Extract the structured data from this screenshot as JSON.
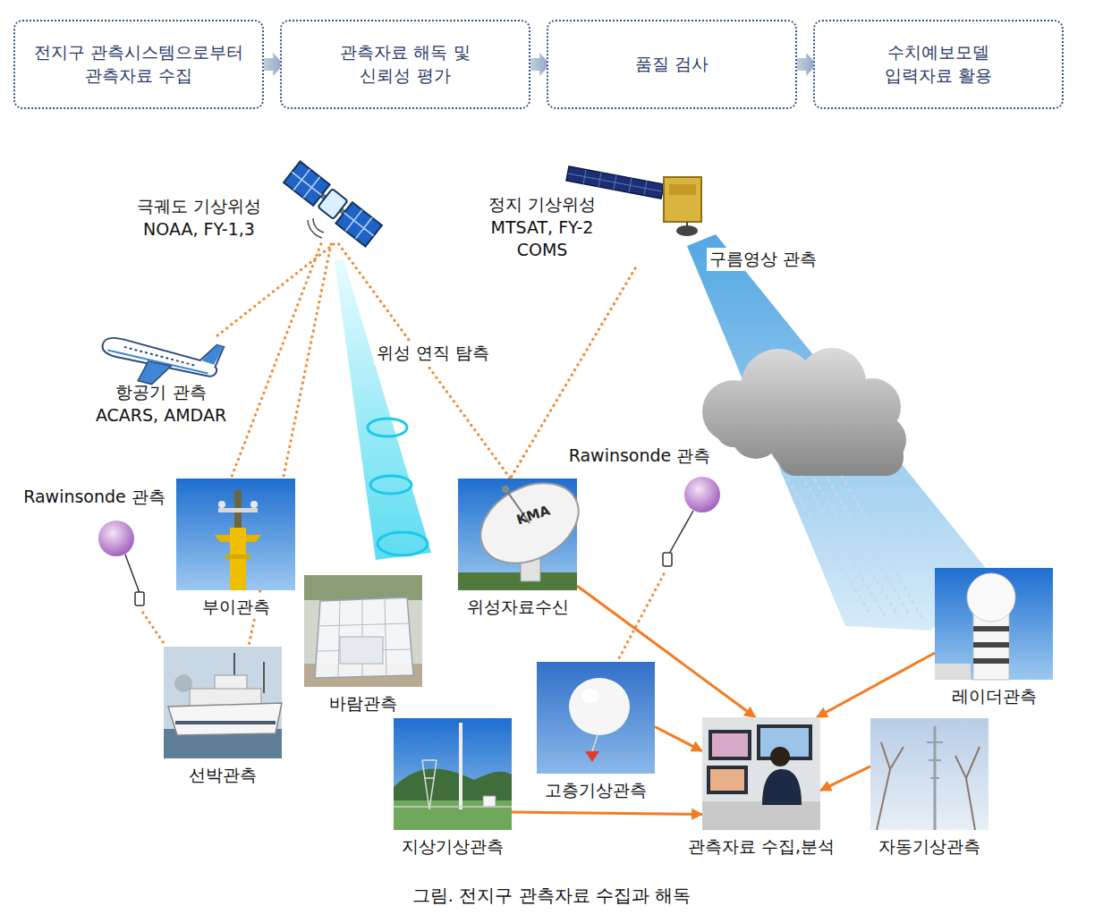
{
  "diagram": {
    "caption": "그림. 전지구 관측자료 수집과 해독",
    "nodes": [
      {
        "text": [
          "전지구 관측시스템으로부터 관측자료 수집"
        ]
      },
      {
        "text": [
          "관측자료 해독 및 신뢰성 평가"
        ]
      },
      {
        "text": [
          "품질 검사"
        ]
      },
      {
        "text": [
          "수치예보모델 입력자료 활용"
        ]
      },
      {
        "text": [
          "극궤도 기상위성 NOAA, FY-1,3"
        ]
      },
      {
        "text": [
          "정지 기상위성 MTSAT, FY-2 COMS"
        ]
      },
      {
        "text": [
          "항공기 관측 ACARS, AMDAR"
        ]
      },
      {
        "text": [
          "Rawinsonde 관측"
        ]
      },
      {
        "text": [
          "부이관측"
        ]
      },
      {
        "text": [
          "바람관측"
        ]
      },
      {
        "text": [
          "위성자료수신"
        ]
      },
      {
        "text": [
          "Rawinsonde 관측"
        ]
      },
      {
        "text": [
          "선박관측"
        ]
      },
      {
        "text": [
          "고층기상관측"
        ]
      },
      {
        "text": [
          "레이더관측"
        ]
      },
      {
        "text": [
          "관측자료 수집,분석"
        ]
      },
      {
        "text": [
          "지상기상관측"
        ]
      },
      {
        "text": [
          "자동기상관측"
        ]
      }
    ],
    "edges": [
      {
        "from": 0,
        "to": 1,
        "arrow": "to"
      },
      {
        "from": 1,
        "to": 2,
        "arrow": "to"
      },
      {
        "from": 2,
        "to": 3,
        "arrow": "to"
      },
      {
        "from": 4,
        "to": 6,
        "arrow": "none"
      },
      {
        "from": 4,
        "to": 8,
        "arrow": "none"
      },
      {
        "from": 4,
        "to": 12,
        "arrow": "none"
      },
      {
        "from": 4,
        "to": 10,
        "arrow": "none"
      },
      {
        "from": 5,
        "to": 10,
        "arrow": "none"
      },
      {
        "from": 7,
        "to": 12,
        "arrow": "none"
      },
      {
        "from": 11,
        "to": 13,
        "arrow": "none"
      },
      {
        "from": 10,
        "to": 15,
        "arrow": "to"
      },
      {
        "from": 13,
        "to": 15,
        "arrow": "to"
      },
      {
        "from": 16,
        "to": 15,
        "arrow": "to"
      },
      {
        "from": 14,
        "to": 15,
        "arrow": "to"
      },
      {
        "from": 17,
        "to": 15,
        "arrow": "to"
      }
    ],
    "labels": [
      "위성 연직 탐측",
      "구름영상 관측",
      "KMA"
    ]
  }
}
